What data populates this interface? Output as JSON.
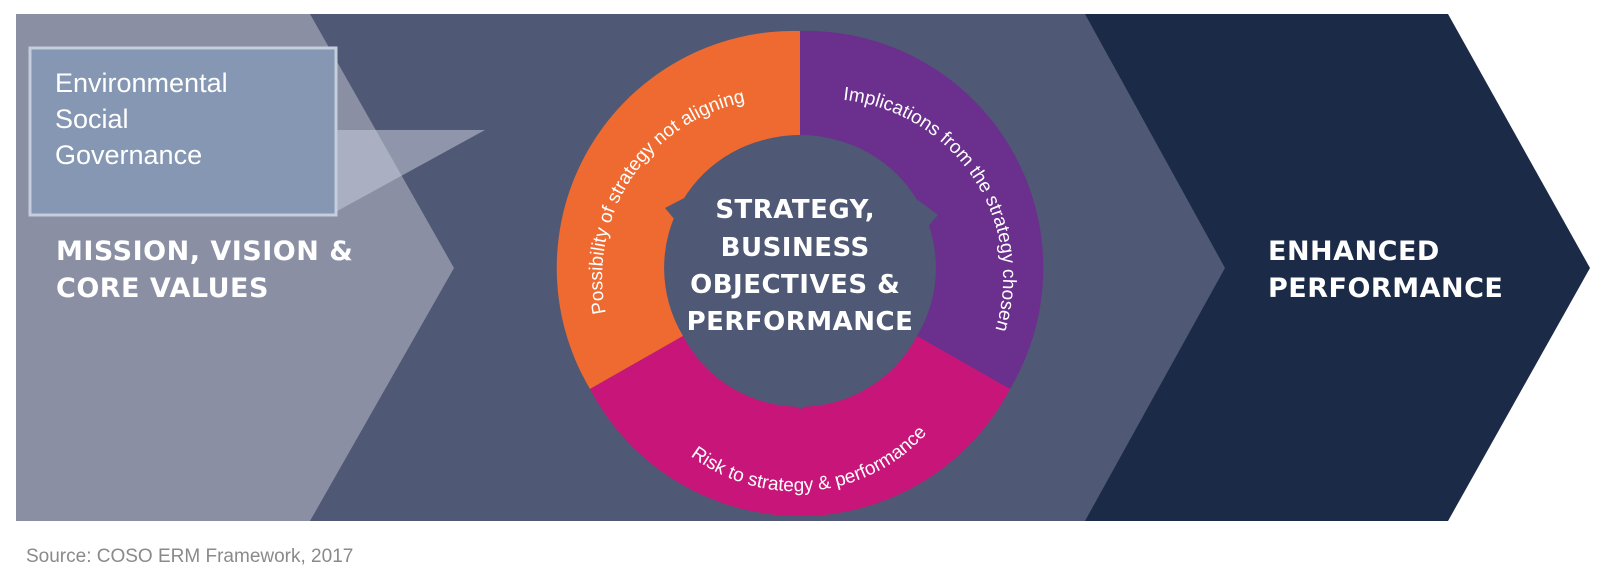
{
  "colors": {
    "left_chevron": "#8a8fa4",
    "middle_chevron": "#4f5874",
    "right_chevron": "#1b2a47",
    "callout_box": "#8597b2",
    "callout_border": "#c4cedd",
    "segment_orange": "#ee6a30",
    "segment_purple": "#6b2f8e",
    "segment_magenta": "#c8157a",
    "center_disc": "#4f5874",
    "source_text": "#8a8a8a"
  },
  "callout": {
    "lines": [
      "Environmental",
      "Social",
      "Governance"
    ]
  },
  "left_stage": {
    "lines": [
      "MISSION, VISION &",
      "CORE VALUES"
    ]
  },
  "center": {
    "lines": [
      "STRATEGY,",
      "BUSINESS",
      "OBJECTIVES &",
      "PERFORMANCE"
    ]
  },
  "cycle_segments": [
    {
      "label": "Possibility of strategy not aligning",
      "color": "orange"
    },
    {
      "label": "Implications from the strategy chosen",
      "color": "purple"
    },
    {
      "label": "Risk to strategy & performance",
      "color": "magenta"
    }
  ],
  "right_stage": {
    "lines": [
      "ENHANCED",
      "PERFORMANCE"
    ]
  },
  "source": "Source: COSO ERM Framework, 2017"
}
